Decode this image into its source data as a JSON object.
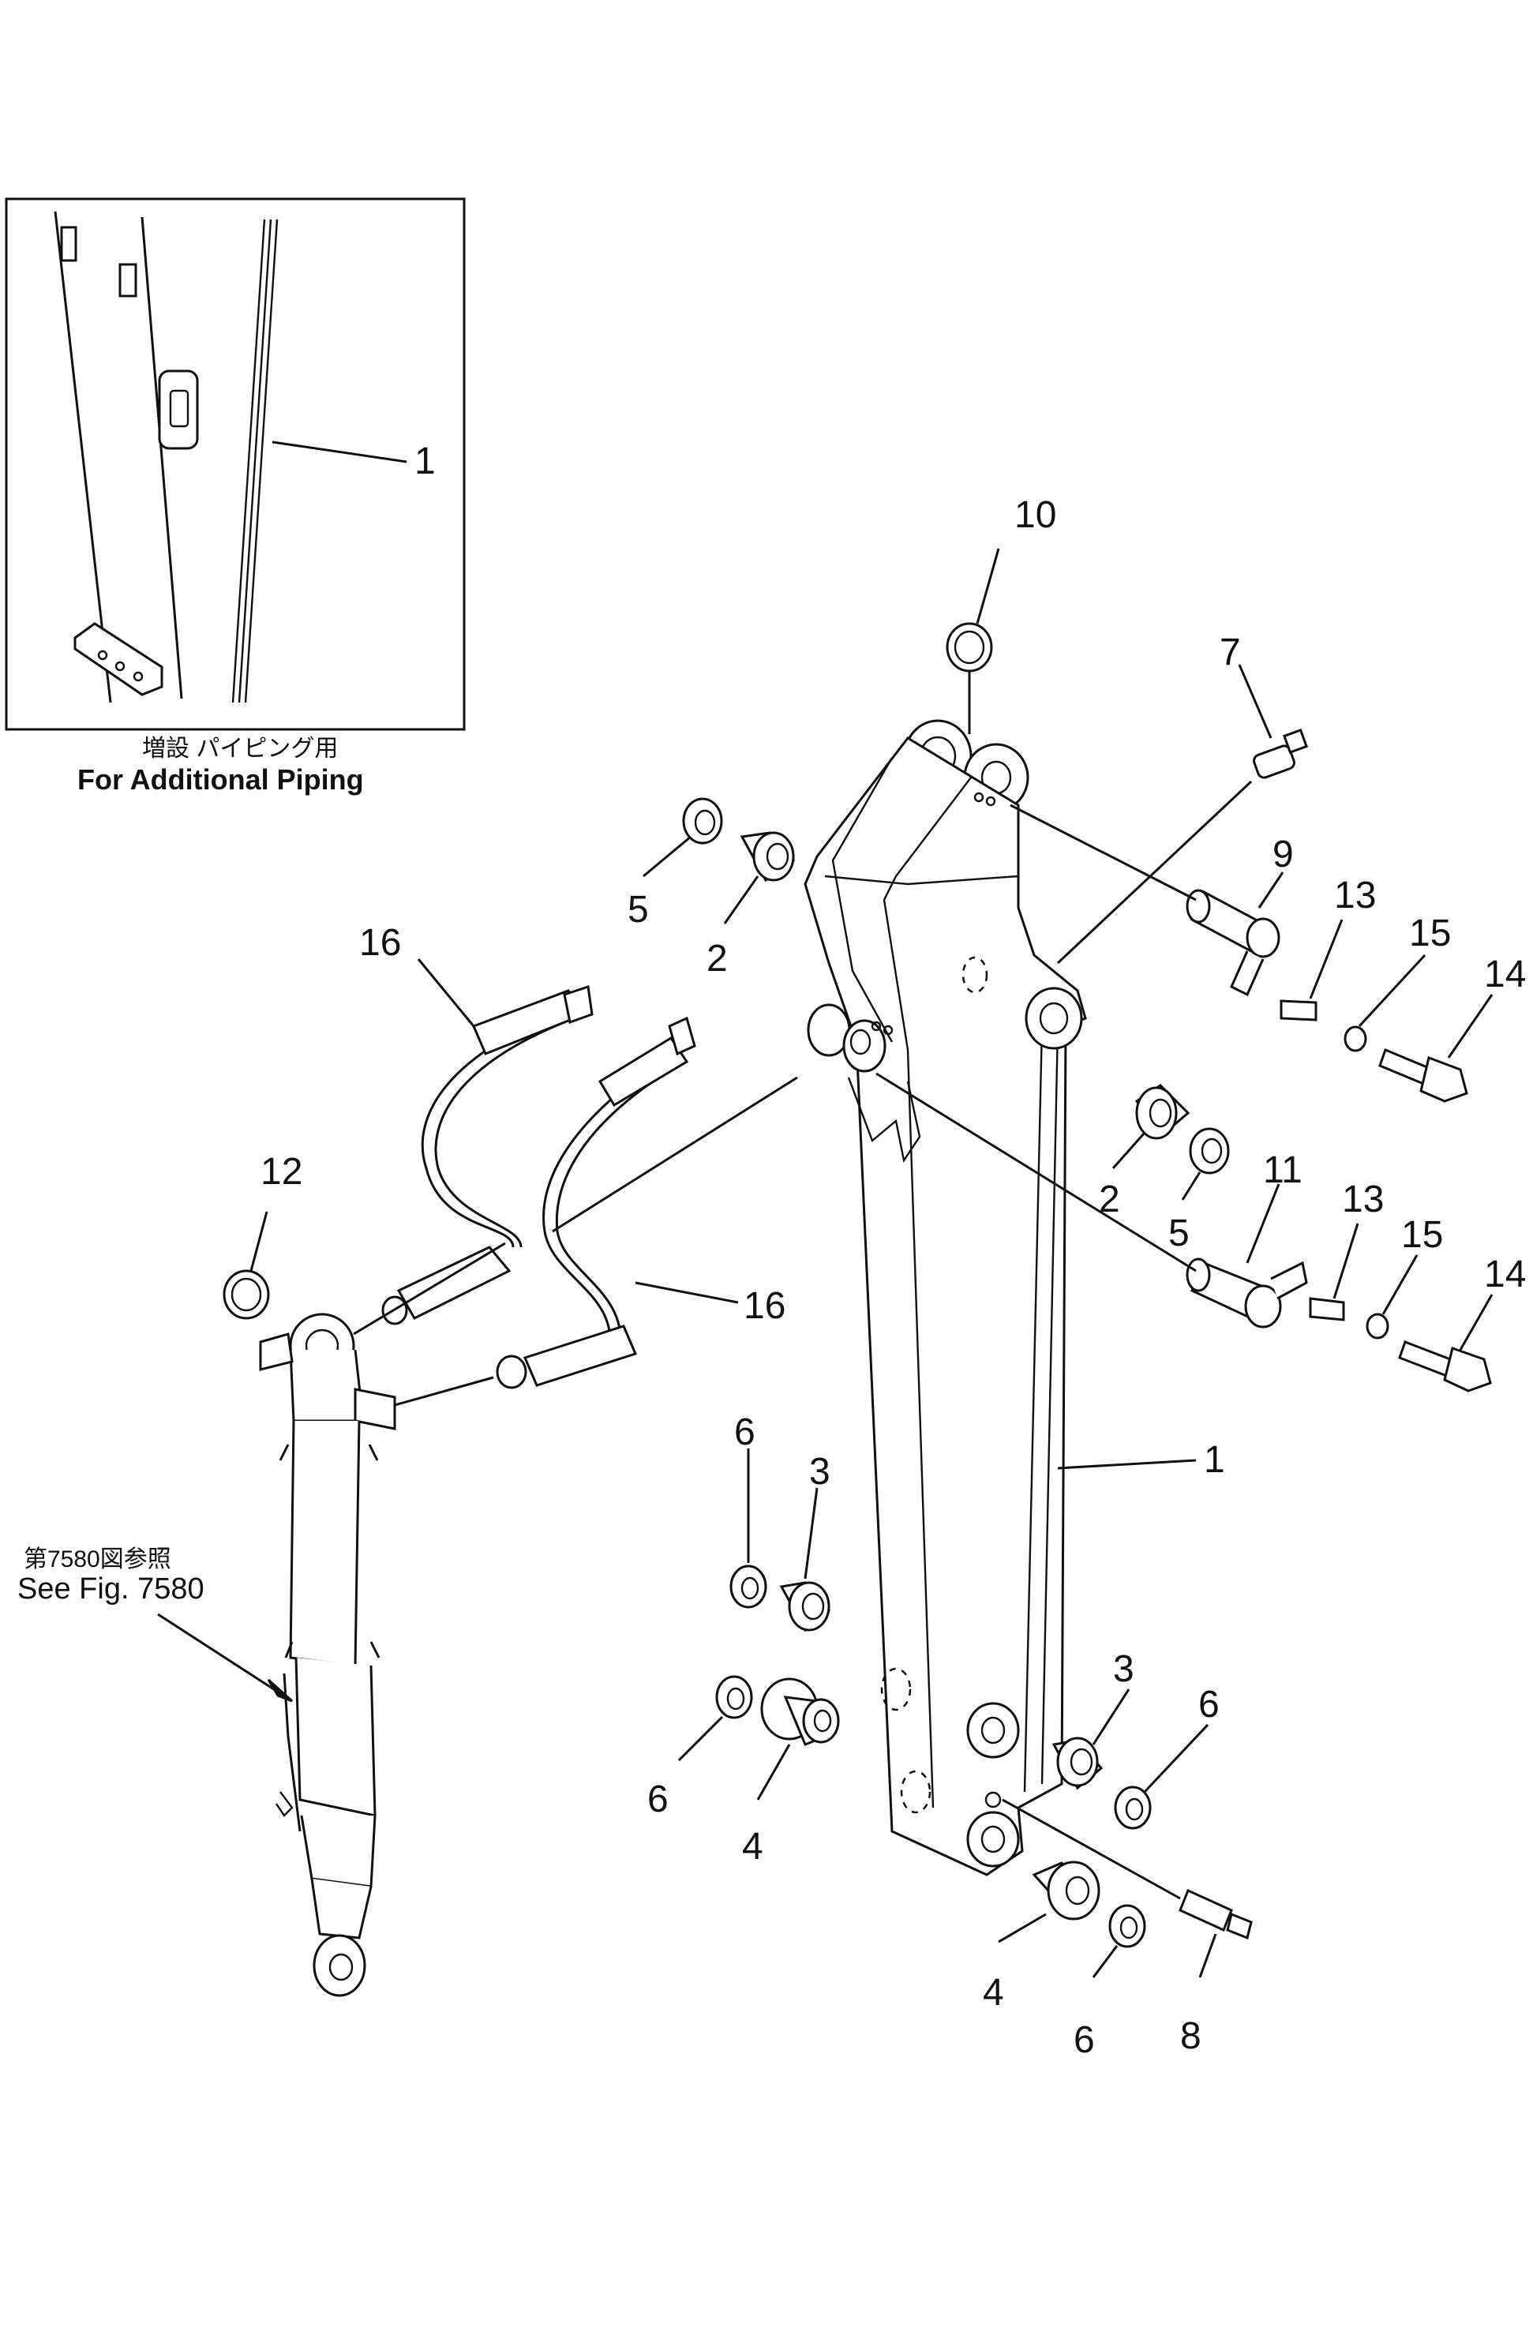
{
  "inset": {
    "caption_jp": "増設 パイピング用",
    "caption_en": "For Additional Piping",
    "label": "1"
  },
  "reference": {
    "caption_jp": "第7580図参照",
    "caption_en": "See Fig. 7580"
  },
  "callouts": {
    "c10": "10",
    "c7": "7",
    "c5a": "5",
    "c2a": "2",
    "c9": "9",
    "c13a": "13",
    "c15a": "15",
    "c14a": "14",
    "c16a": "16",
    "c2b": "2",
    "c5b": "5",
    "c12": "12",
    "c11": "11",
    "c13b": "13",
    "c15b": "15",
    "c14b": "14",
    "c16b": "16",
    "c1": "1",
    "c6a": "6",
    "c3a": "3",
    "c3b": "3",
    "c6b": "6",
    "c6c": "6",
    "c4a": "4",
    "c4b": "4",
    "c6d": "6",
    "c8": "8"
  }
}
